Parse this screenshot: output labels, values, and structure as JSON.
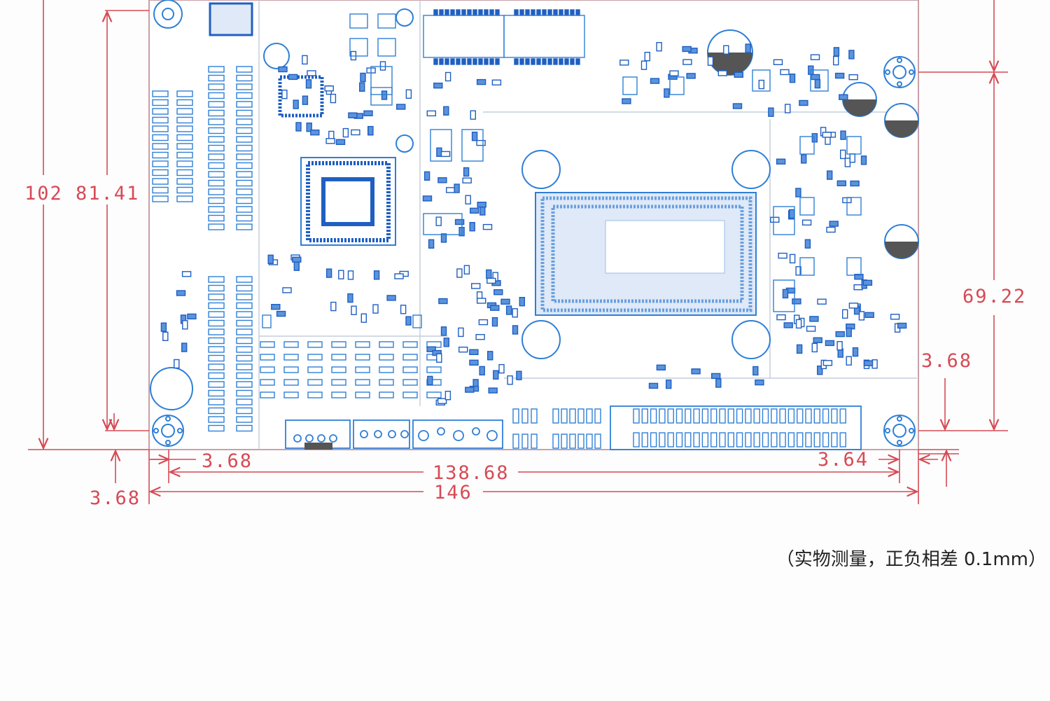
{
  "dimensions": {
    "board_height_total": "102",
    "mounting_hole_vertical_span": "81.41",
    "right_vertical_span": "69.22",
    "right_lower_offset": "3.68",
    "bottom_left_offset": "3.68",
    "bottom_right_offset": "3.64",
    "mounting_hole_horizontal_span": "138.68",
    "board_width_total": "146",
    "left_lower_offset": "3.68"
  },
  "note": "（实物测量，正负相差 0.1mm）",
  "colors": {
    "dimension_red": "#d64a55",
    "pcb_blue": "#2f7fd6",
    "pcb_dark_blue": "#1f5fc2",
    "board_outline": "#c9a0a8",
    "background": "#fdfdfd"
  }
}
